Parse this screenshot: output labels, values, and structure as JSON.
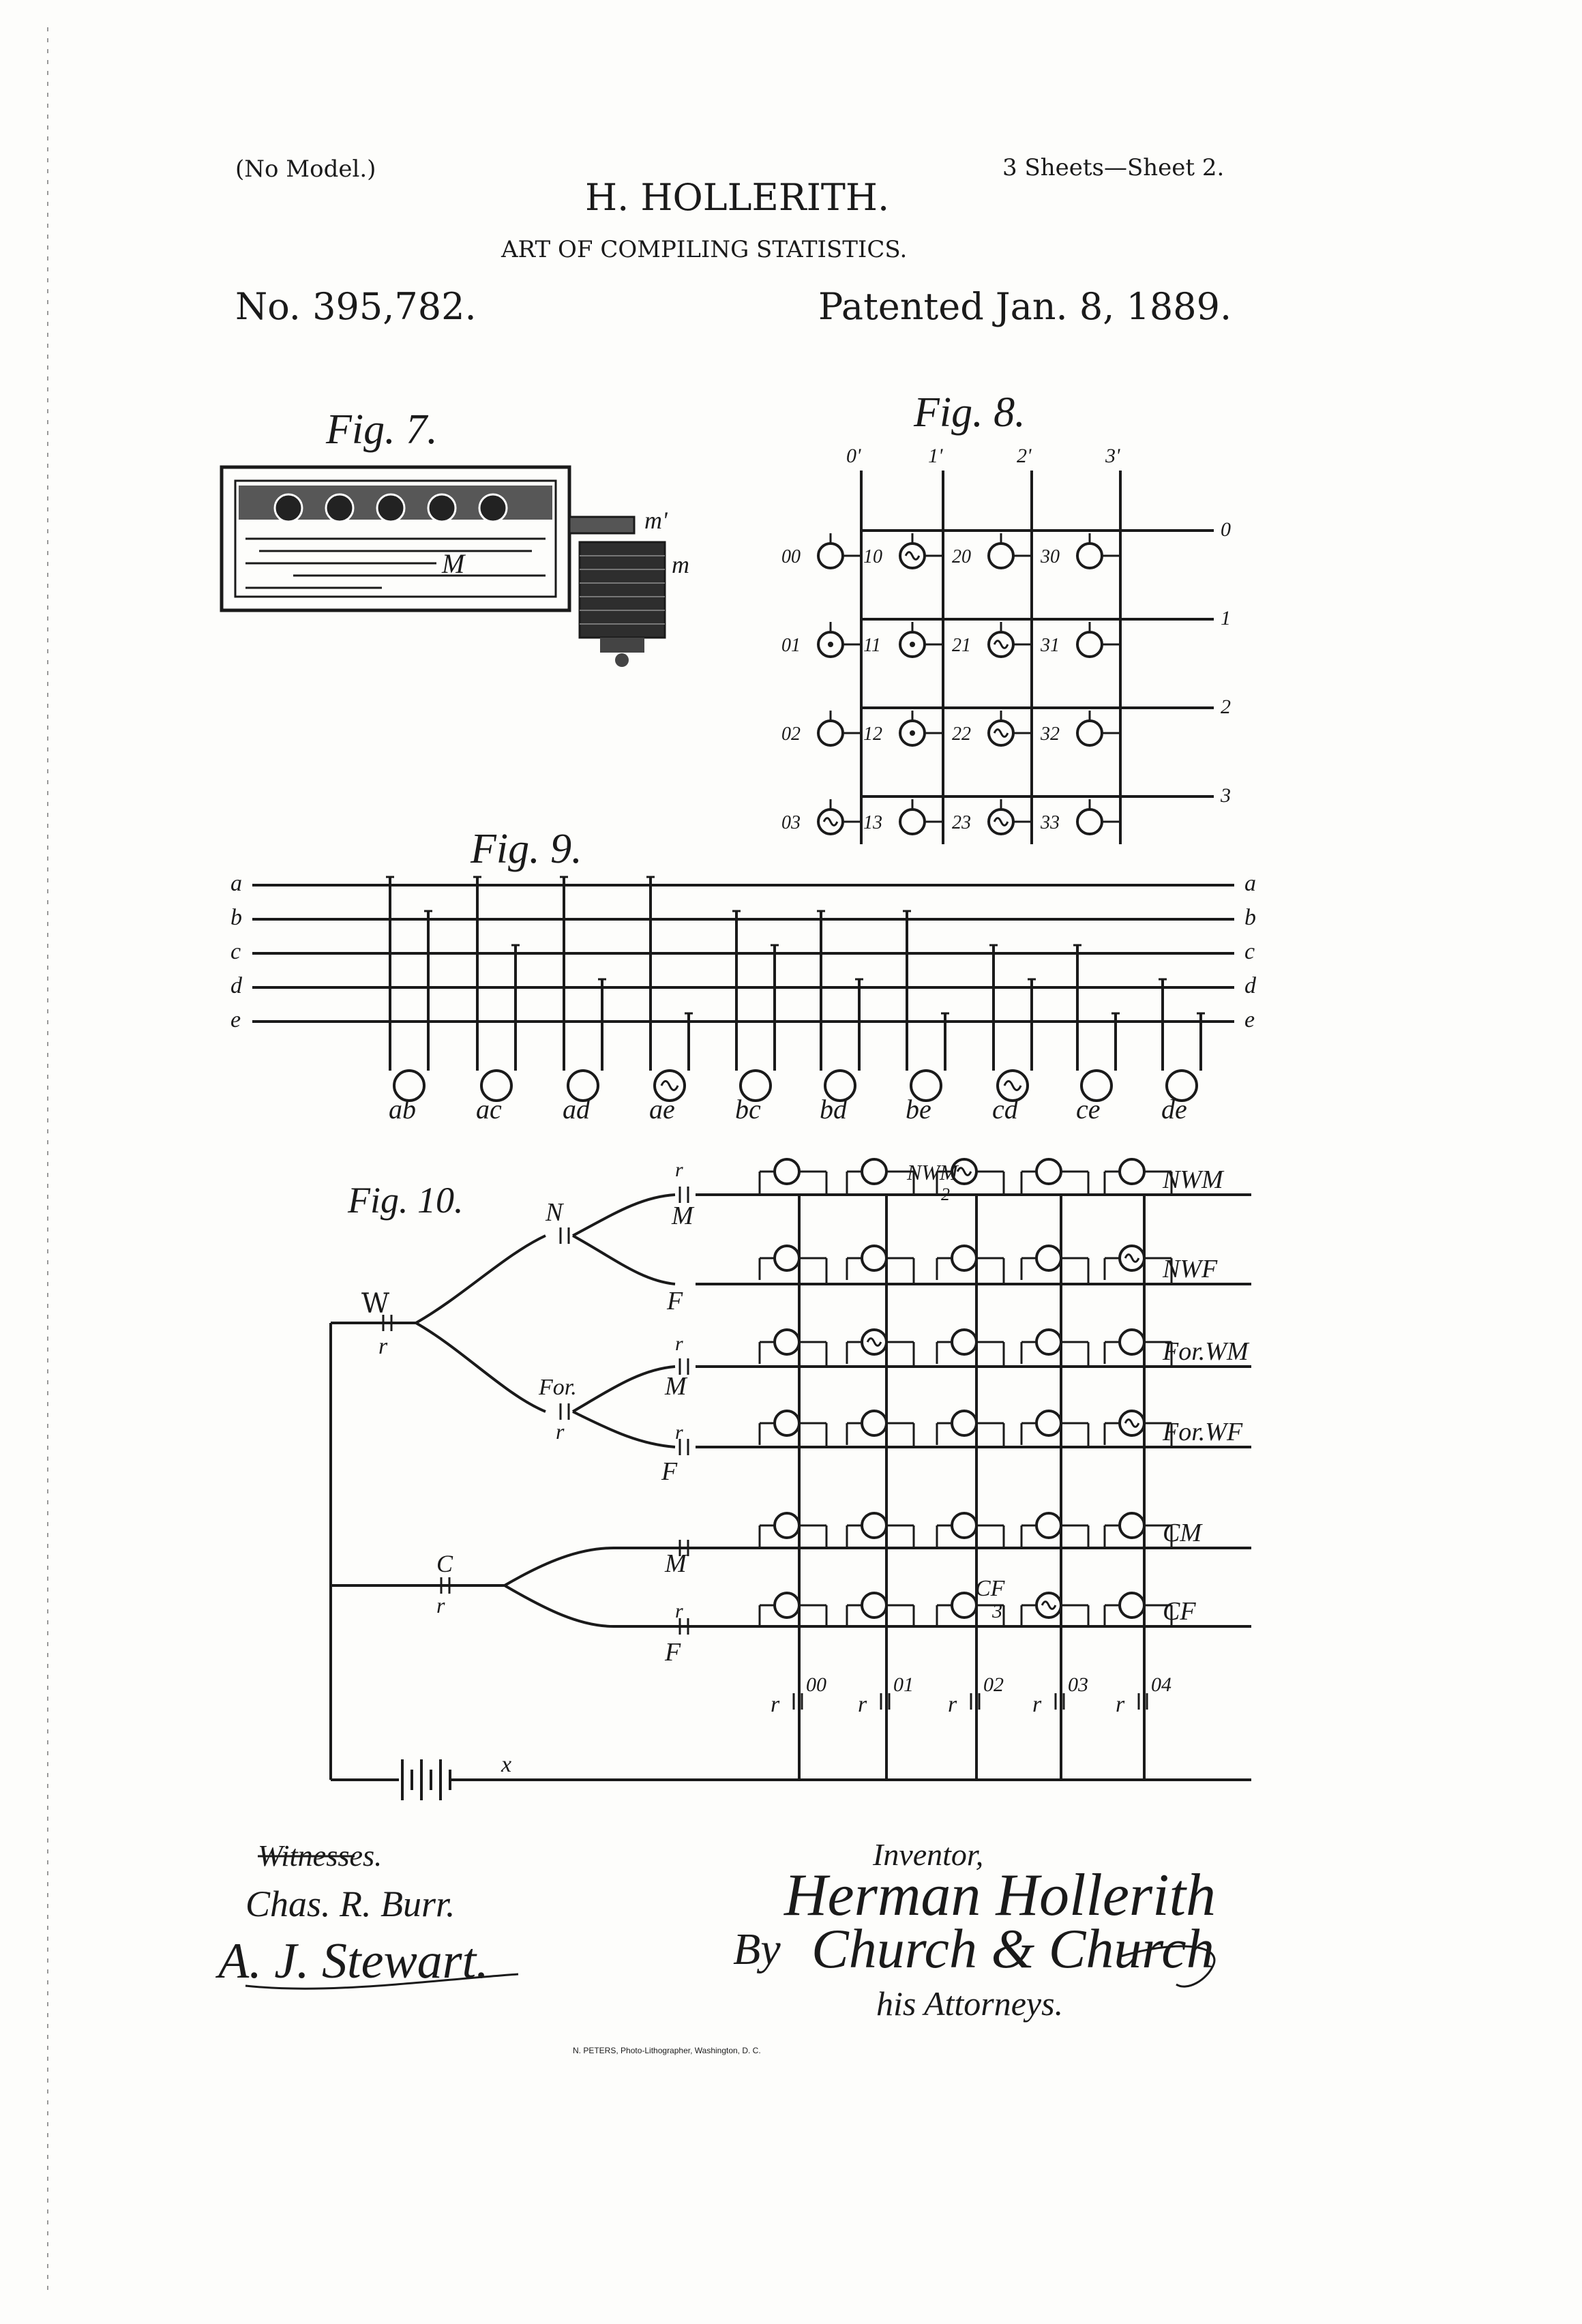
{
  "header": {
    "no_model": "(No Model.)",
    "sheets": "3 Sheets—Sheet 2.",
    "inventor_name": "H. HOLLERITH.",
    "title": "ART OF COMPILING STATISTICS.",
    "patent_no": "No. 395,782.",
    "patented": "Patented Jan. 8, 1889."
  },
  "fig7": {
    "label": "Fig. 7.",
    "letters": [
      "M",
      "m'",
      "m"
    ]
  },
  "fig8": {
    "label": "Fig. 8.",
    "columns": [
      "0'",
      "1'",
      "2'",
      "3'"
    ],
    "rows": [
      "0",
      "1",
      "2",
      "3"
    ],
    "lamps": [
      {
        "label": "00",
        "state": "off"
      },
      {
        "label": "10",
        "state": "lit"
      },
      {
        "label": "20",
        "state": "off"
      },
      {
        "label": "30",
        "state": "off"
      },
      {
        "label": "01",
        "state": "dot"
      },
      {
        "label": "11",
        "state": "dot"
      },
      {
        "label": "21",
        "state": "lit"
      },
      {
        "label": "31",
        "state": "off"
      },
      {
        "label": "02",
        "state": "off"
      },
      {
        "label": "12",
        "state": "dot"
      },
      {
        "label": "22",
        "state": "lit"
      },
      {
        "label": "32",
        "state": "off"
      },
      {
        "label": "03",
        "state": "lit"
      },
      {
        "label": "13",
        "state": "off"
      },
      {
        "label": "23",
        "state": "lit"
      },
      {
        "label": "33",
        "state": "off"
      }
    ]
  },
  "fig9": {
    "label": "Fig. 9.",
    "lines": [
      "a",
      "b",
      "c",
      "d",
      "e"
    ],
    "lamps": [
      {
        "label": "ab",
        "state": "off"
      },
      {
        "label": "ac",
        "state": "off"
      },
      {
        "label": "ad",
        "state": "off"
      },
      {
        "label": "ae",
        "state": "lit"
      },
      {
        "label": "bc",
        "state": "off"
      },
      {
        "label": "bd",
        "state": "off"
      },
      {
        "label": "be",
        "state": "off"
      },
      {
        "label": "cd",
        "state": "lit"
      },
      {
        "label": "ce",
        "state": "off"
      },
      {
        "label": "de",
        "state": "off"
      }
    ]
  },
  "fig10": {
    "label": "Fig. 10.",
    "rows": [
      "NWM",
      "NWF",
      "For.WM",
      "For.WF",
      "CM",
      "CF"
    ],
    "lit": [
      [
        2
      ],
      [
        4
      ],
      [
        1
      ],
      [
        4
      ],
      [],
      [
        3
      ]
    ],
    "inline_labels": {
      "nwm": "NWM",
      "nwm_sub": "2",
      "cf": "CF",
      "cf_sub": "3"
    },
    "nodes": {
      "w": "W",
      "n": "N",
      "for": "For.",
      "c": "C",
      "m": "M",
      "f": "F",
      "r": "r",
      "x": "x"
    },
    "columns": [
      "00",
      "01",
      "02",
      "03",
      "04"
    ]
  },
  "signatures": {
    "witnesses_label": "Witnesses.",
    "witness_1": "Chas. R. Burr.",
    "witness_2": "A. J. Stewart.",
    "inventor_label": "Inventor,",
    "inventor_sig": "Herman Hollerith",
    "by": "By",
    "attorneys_sig": "Church & Church",
    "attorneys_label": "his Attorneys."
  },
  "footer": {
    "lithographer": "N. PETERS, Photo-Lithographer, Washington, D. C."
  }
}
